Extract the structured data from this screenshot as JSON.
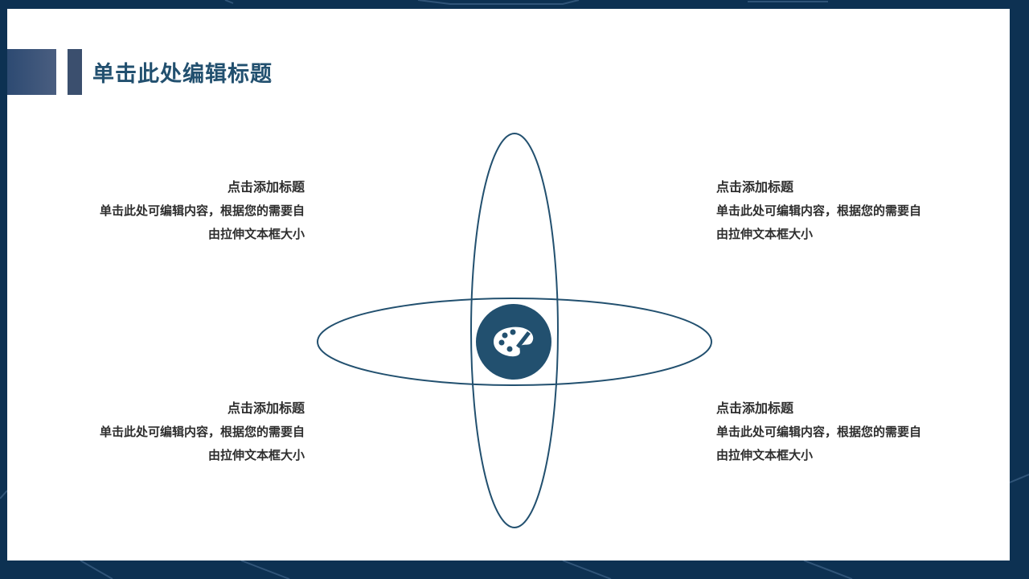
{
  "title": "单击此处编辑标题",
  "blocks": [
    {
      "heading": "点击添加标题",
      "body": "单击此处可编辑内容，根据您的需要自由拉伸文本框大小"
    },
    {
      "heading": "点击添加标题",
      "body": "单击此处可编辑内容，根据您的需要自由拉伸文本框大小"
    },
    {
      "heading": "点击添加标题",
      "body": "单击此处可编辑内容，根据您的需要自由拉伸文本框大小"
    },
    {
      "heading": "点击添加标题",
      "body": "单击此处可编辑内容，根据您的需要自由拉伸文本框大小"
    }
  ],
  "center_icon": "palette-icon",
  "colors": {
    "frame_background": "#0d3152",
    "accent": "#22506f",
    "ellipse_stroke": "#22506f",
    "text": "#2e2e2e"
  }
}
